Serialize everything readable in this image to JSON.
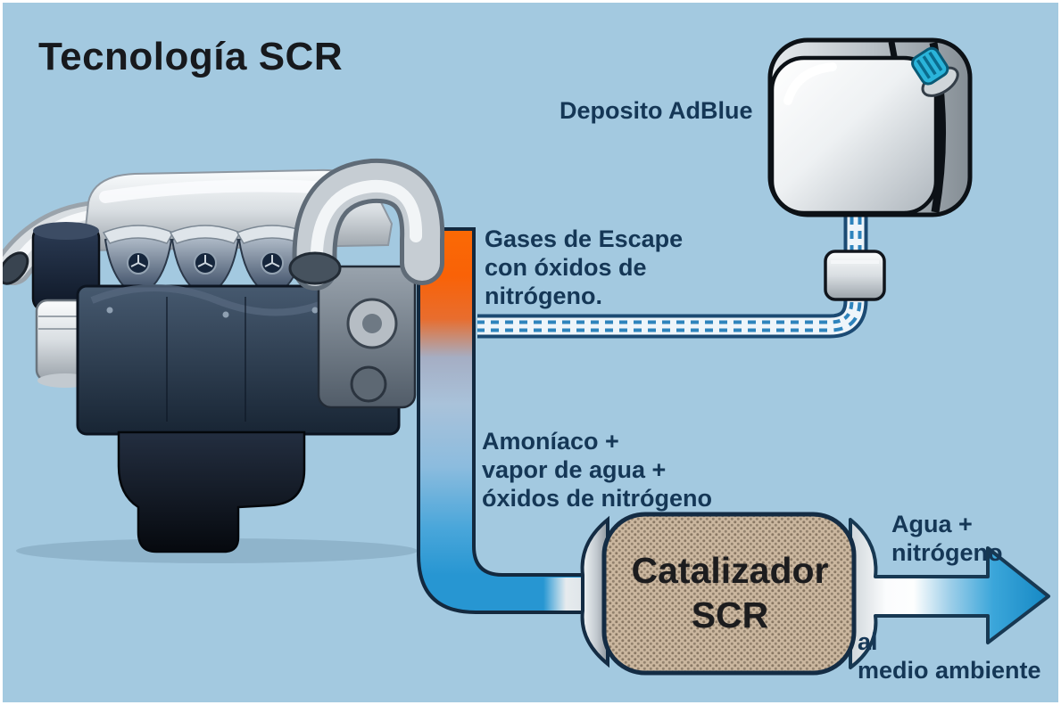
{
  "diagram": {
    "title": "Tecnología SCR",
    "tank_label": "Deposito AdBlue",
    "exhaust_label": {
      "lines": [
        "Gases de Escape",
        "con óxidos de",
        "nitrógeno."
      ]
    },
    "mixture_label": {
      "lines": [
        "Amoníaco +",
        "vapor de agua +",
        "óxidos de nitrógeno"
      ]
    },
    "catalyst_label": {
      "lines": [
        "Catalizador",
        "SCR"
      ]
    },
    "output_label": {
      "lines": [
        "Agua +",
        "nitrógeno"
      ]
    },
    "destination_label": {
      "lines": [
        "al",
        "medio ambiente"
      ]
    }
  },
  "colors": {
    "background": "#a3c9e0",
    "title_text": "#17191d",
    "label_text": "#153756",
    "exhaust_orange": "#f96207",
    "treated_blue": "#2796d2",
    "adblue_line_blue": "#2e84bd",
    "adblue_cap_teal": "#2ab4da",
    "catalyst_tan": "#cbb79f",
    "catalyst_dot": "#8a7864",
    "arrow_blue": "#1588c4",
    "outline_navy": "#142c44"
  }
}
